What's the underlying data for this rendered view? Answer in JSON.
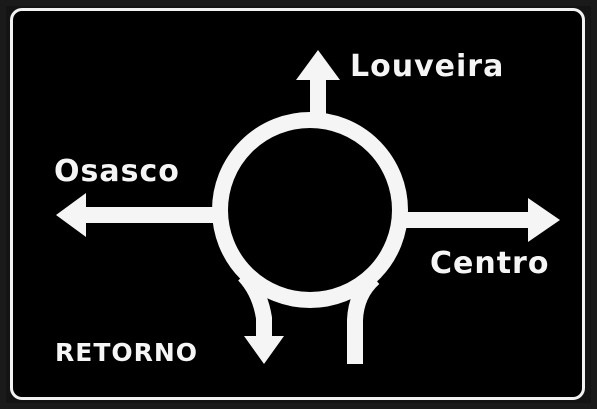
{
  "sign": {
    "background_color": "#000000",
    "foreground_color": "#f5f5f5",
    "destinations": {
      "north": "Louveira",
      "west": "Osasco",
      "east": "Centro",
      "return": "RETORNO"
    }
  },
  "icons": {
    "roundabout": "roundabout-diagram",
    "arrows": [
      "arrow-up-icon",
      "arrow-left-icon",
      "arrow-right-icon",
      "arrow-down-icon"
    ]
  }
}
